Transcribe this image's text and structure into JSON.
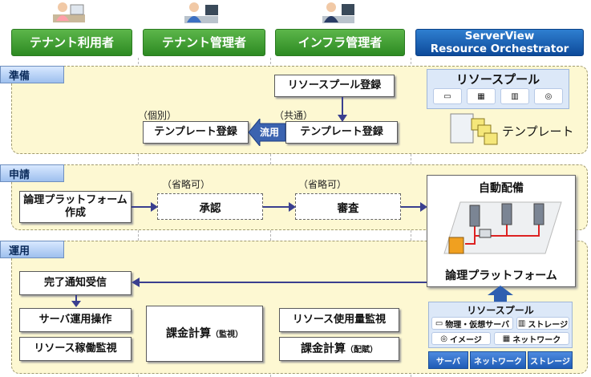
{
  "headers": {
    "tenant_user": "テナント利用者",
    "tenant_admin": "テナント管理者",
    "infra_admin": "インフラ管理者",
    "product_line1": "ServerView",
    "product_line2": "Resource Orchestrator"
  },
  "phases": {
    "prepare": "準備",
    "apply": "申請",
    "operate": "運用"
  },
  "prepare": {
    "resource_pool_register": "リソースプール登録",
    "individual_note": "（個別）",
    "common_note": "（共通）",
    "template_register_tenant": "テンプレート登録",
    "template_register_infra": "テンプレート登録",
    "reuse_label": "流用",
    "resource_pool_title": "リソースプール",
    "template_label": "テンプレート"
  },
  "apply": {
    "logical_platform_create_line1": "論理プラットフォーム",
    "logical_platform_create_line2": "作成",
    "optional_note_1": "（省略可）",
    "optional_note_2": "（省略可）",
    "approval": "承認",
    "review": "審査",
    "auto_deploy": "自動配備"
  },
  "operate": {
    "completion_notice": "完了通知受信",
    "logical_platform": "論理プラットフォーム",
    "server_ops": "サーバ運用操作",
    "resource_monitor": "リソース稼働監視",
    "billing_calc_main": "課金計算",
    "billing_calc_sub_monitor": "（監視）",
    "resource_usage_monitor": "リソース使用量監視",
    "billing_calc_main_2": "課金計算",
    "billing_calc_sub_distribute": "（配賦）",
    "pool_title": "リソースプール",
    "pool_physical_virtual_server": "物理・仮想サーバ",
    "pool_storage": "ストレージ",
    "pool_image": "イメージ",
    "pool_network": "ネットワーク",
    "btn_server": "サーバ",
    "btn_network": "ネットワーク",
    "btn_storage": "ストレージ"
  },
  "colors": {
    "header_green": "#2d8a22",
    "header_blue": "#0d4a9a",
    "band_bg": "#fdf8d2",
    "arrow": "#3a3f8f",
    "pool_bg": "#dce8f8"
  }
}
